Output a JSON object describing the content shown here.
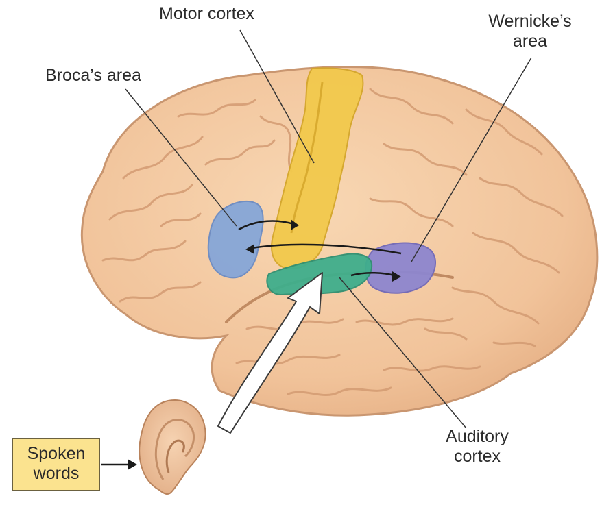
{
  "labels": {
    "motor_cortex": "Motor cortex",
    "brocas_area": "Broca’s area",
    "wernickes_area_line1": "Wernicke’s",
    "wernickes_area_line2": "area",
    "auditory_cortex_line1": "Auditory",
    "auditory_cortex_line2": "cortex",
    "spoken_words_line1": "Spoken",
    "spoken_words_line2": "words"
  },
  "colors": {
    "brain": "#f3c9a0",
    "brain_outline": "#c99670",
    "motor_cortex": "#f2c94c",
    "brocas_area": "#86a6d8",
    "wernickes_area": "#8d86cf",
    "auditory_cortex": "#3fae8c",
    "label_box": "#fbe38f",
    "ear": "#f2c8a2"
  }
}
